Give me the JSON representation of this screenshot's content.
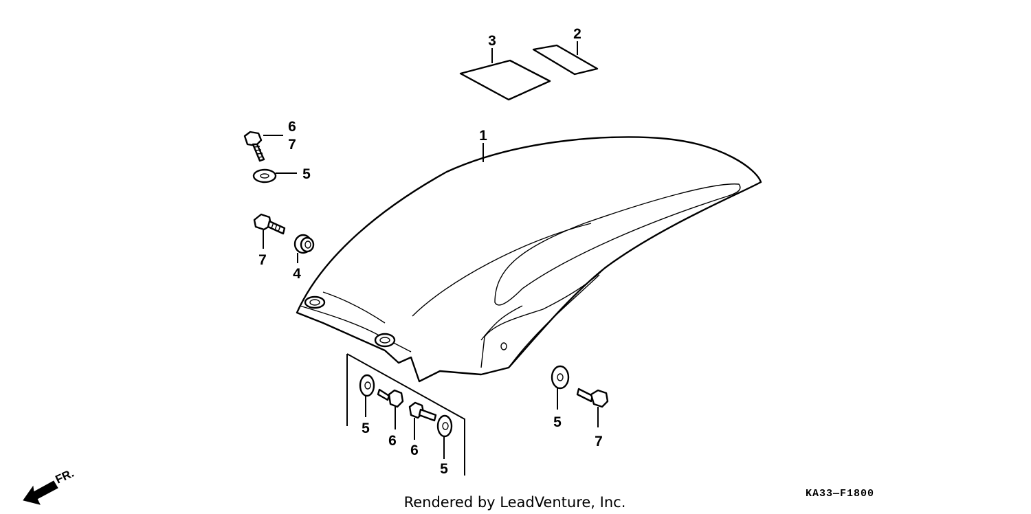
{
  "callouts": {
    "fender": "1",
    "decal_small": "2",
    "decal_large": "3",
    "collar": "4",
    "washer": "5",
    "bolt_a": "6",
    "bolt_b": "7"
  },
  "direction_marker": {
    "label": "FR.",
    "icon": "front-direction-arrow-icon"
  },
  "footer": {
    "credit": "Rendered by LeadVenture, Inc.",
    "diagram_code": "KA33—F1800"
  },
  "colors": {
    "ink": "#000000",
    "paper": "#ffffff"
  }
}
